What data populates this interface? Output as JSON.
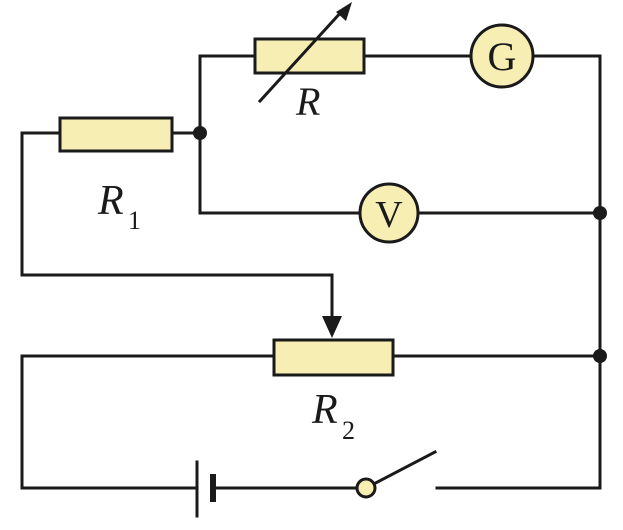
{
  "colors": {
    "wire": "#1a1a1a",
    "component_fill": "#f7eeb4"
  },
  "labels": {
    "rheostat_r": "R",
    "r1_main": "R",
    "r1_sub": "1",
    "r2_main": "R",
    "r2_sub": "2"
  },
  "meters": {
    "galvanometer": "G",
    "voltmeter": "V"
  }
}
